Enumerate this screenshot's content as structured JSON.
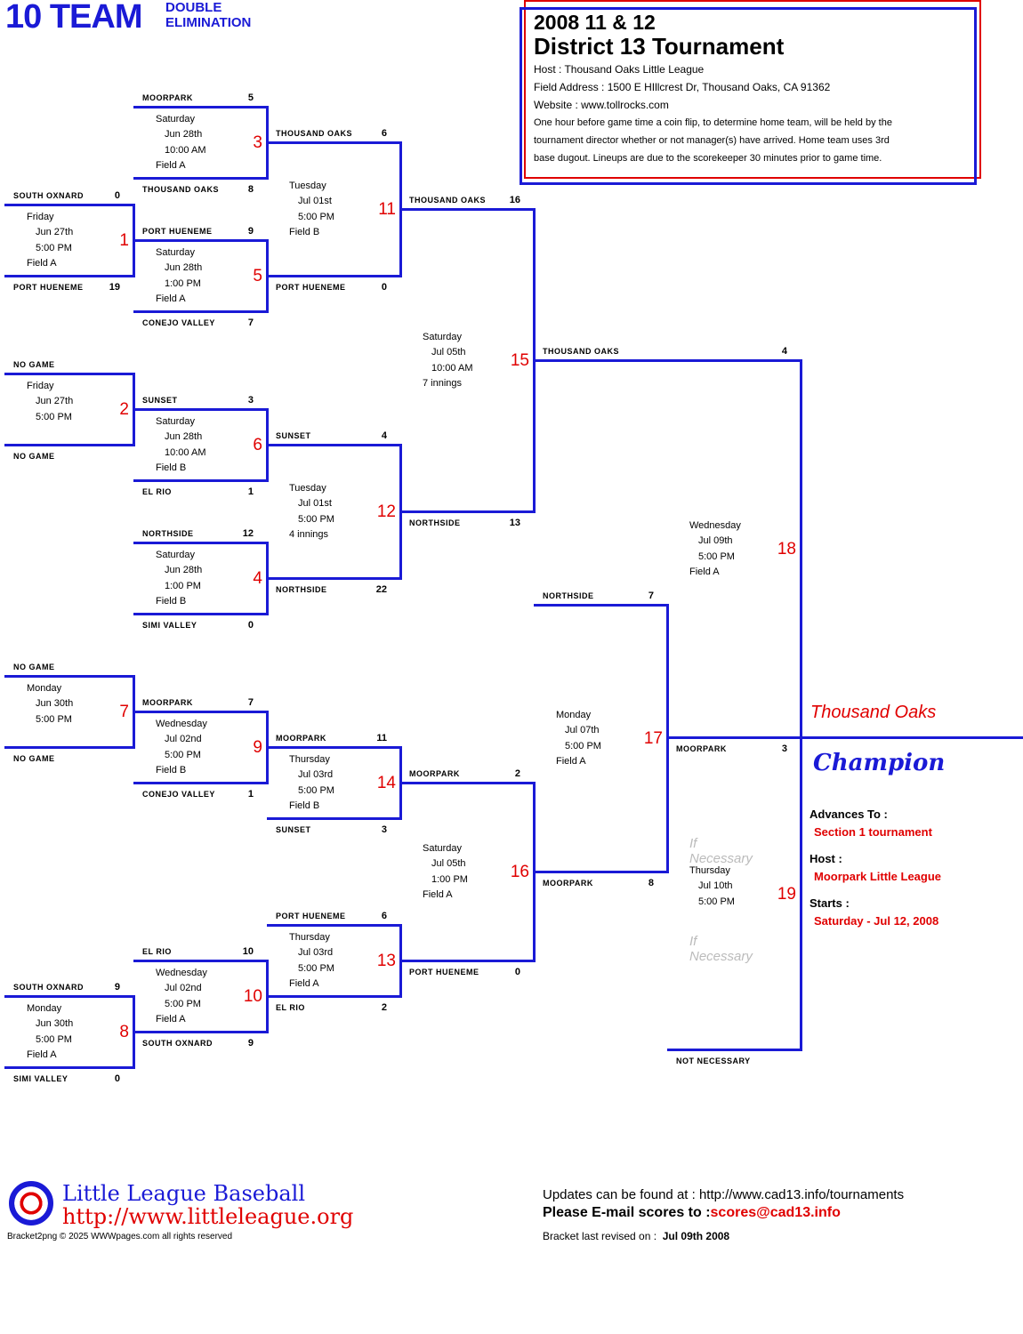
{
  "header": {
    "title": "10 TEAM",
    "subtitle_line1": "DOUBLE",
    "subtitle_line2": "ELIMINATION"
  },
  "info_box": {
    "year_division": "2008 11 & 12",
    "tournament_name": "District 13 Tournament",
    "host": "Host : Thousand Oaks Little League",
    "field_address": "Field Address : 1500 E HIllcrest Dr, Thousand Oaks, CA 91362",
    "website": "Website : www.tollrocks.com",
    "notes_line1": "One hour before game time a coin flip, to determine home team, will be held by the",
    "notes_line2": "tournament director whether or not manager(s) have arrived. Home team uses 3rd",
    "notes_line3": "base dugout. Lineups are due to the scorekeeper 30 minutes prior to game time."
  },
  "games": [
    {
      "id": 1,
      "top": {
        "team": "SOUTH OXNARD",
        "score": "0"
      },
      "bottom": {
        "team": "PORT HUENEME",
        "score": "19"
      },
      "info": [
        "Friday",
        "Jun 27th",
        "5:00 PM",
        "Field A"
      ]
    },
    {
      "id": 2,
      "top": {
        "team": "NO GAME",
        "score": ""
      },
      "bottom": {
        "team": "NO GAME",
        "score": ""
      },
      "info": [
        "Friday",
        "Jun 27th",
        "5:00 PM"
      ]
    },
    {
      "id": 3,
      "top": {
        "team": "MOORPARK",
        "score": "5"
      },
      "bottom": {
        "team": "THOUSAND OAKS",
        "score": "8"
      },
      "info": [
        "Saturday",
        "Jun 28th",
        "10:00 AM",
        "Field A"
      ]
    },
    {
      "id": 5,
      "top": {
        "team": "PORT HUENEME",
        "score": "9"
      },
      "bottom": {
        "team": "CONEJO VALLEY",
        "score": "7"
      },
      "info": [
        "Saturday",
        "Jun 28th",
        "1:00 PM",
        "Field A"
      ]
    },
    {
      "id": 6,
      "top": {
        "team": "SUNSET",
        "score": "3"
      },
      "bottom": {
        "team": "EL RIO",
        "score": "1"
      },
      "info": [
        "Saturday",
        "Jun 28th",
        "10:00 AM",
        "Field B"
      ]
    },
    {
      "id": 4,
      "top": {
        "team": "NORTHSIDE",
        "score": "12"
      },
      "bottom": {
        "team": "SIMI VALLEY",
        "score": "0"
      },
      "info": [
        "Saturday",
        "Jun 28th",
        "1:00 PM",
        "Field B"
      ]
    },
    {
      "id": 11,
      "top": {
        "team": "THOUSAND OAKS",
        "score": "6"
      },
      "bottom": {
        "team": "PORT HUENEME",
        "score": "0"
      },
      "info": [
        "Tuesday",
        "Jul 01st",
        "5:00 PM",
        "Field B"
      ]
    },
    {
      "id": 12,
      "top": {
        "team": "SUNSET",
        "score": "4"
      },
      "bottom": {
        "team": "NORTHSIDE",
        "score": "22"
      },
      "info": [
        "Tuesday",
        "Jul 01st",
        "5:00 PM",
        "4 innings"
      ]
    },
    {
      "id": 15,
      "top": {
        "team": "THOUSAND OAKS",
        "score": "16"
      },
      "bottom": {
        "team": "NORTHSIDE",
        "score": "13"
      },
      "info": [
        "Saturday",
        "Jul 05th",
        "10:00 AM",
        "7 innings"
      ]
    },
    {
      "id": 7,
      "top": {
        "team": "NO GAME",
        "score": ""
      },
      "bottom": {
        "team": "NO GAME",
        "score": ""
      },
      "info": [
        "Monday",
        "Jun 30th",
        "5:00 PM"
      ]
    },
    {
      "id": 9,
      "top": {
        "team": "MOORPARK",
        "score": "7"
      },
      "bottom": {
        "team": "CONEJO VALLEY",
        "score": "1"
      },
      "info": [
        "Wednesday",
        "Jul 02nd",
        "5:00 PM",
        "Field B"
      ]
    },
    {
      "id": 14,
      "top": {
        "team": "MOORPARK",
        "score": "11"
      },
      "bottom": {
        "team": "SUNSET",
        "score": "3"
      },
      "info": [
        "Thursday",
        "Jul 03rd",
        "5:00 PM",
        "Field B"
      ]
    },
    {
      "id": 13,
      "top": {
        "team": "PORT HUENEME",
        "score": "6"
      },
      "bottom": {
        "team": "EL RIO",
        "score": "2"
      },
      "info": [
        "Thursday",
        "Jul 03rd",
        "5:00 PM",
        "Field A"
      ]
    },
    {
      "id": 10,
      "top": {
        "team": "EL RIO",
        "score": "10"
      },
      "bottom": {
        "team": "SOUTH OXNARD",
        "score": "9"
      },
      "info": [
        "Wednesday",
        "Jul 02nd",
        "5:00 PM",
        "Field A"
      ]
    },
    {
      "id": 8,
      "top": {
        "team": "SOUTH OXNARD",
        "score": "9"
      },
      "bottom": {
        "team": "SIMI VALLEY",
        "score": "0"
      },
      "info": [
        "Monday",
        "Jun 30th",
        "5:00 PM",
        "Field A"
      ]
    },
    {
      "id": 16,
      "top": {
        "team": "MOORPARK",
        "score": "2"
      },
      "bottom": {
        "team": "PORT HUENEME",
        "score": "0"
      },
      "info": [
        "Saturday",
        "Jul 05th",
        "1:00 PM",
        "Field A"
      ]
    },
    {
      "id": 17,
      "top": {
        "team": "NORTHSIDE",
        "score": "7"
      },
      "bottom": {
        "team": "MOORPARK",
        "score": "8"
      },
      "info": [
        "Monday",
        "Jul 07th",
        "5:00 PM",
        "Field A"
      ]
    },
    {
      "id": 18,
      "top": {
        "team": "THOUSAND OAKS",
        "score": "4"
      },
      "bottom": {
        "team": "MOORPARK",
        "score": "3"
      },
      "info": [
        "Wednesday",
        "Jul 09th",
        "5:00 PM",
        "Field A"
      ]
    },
    {
      "id": 19,
      "top": {
        "team": "",
        "score": ""
      },
      "bottom": {
        "team": "NOT NECESSARY",
        "score": ""
      },
      "info": [
        "Thursday",
        "Jul 10th",
        "5:00 PM"
      ],
      "if_necessary": "If Necessary"
    }
  ],
  "champion": {
    "team": "Thousand Oaks",
    "label": "Champion",
    "advances_label": "Advances To :",
    "advances_value": "Section 1 tournament",
    "host_label": "Host :",
    "host_value": "Moorpark Little League",
    "starts_label": "Starts :",
    "starts_value": "Saturday - Jul 12, 2008"
  },
  "footer": {
    "org_name": "Little League Baseball",
    "org_url": "http://www.littleleague.org",
    "copyright": "Bracket2png © 2025 WWWpages.com all rights reserved",
    "updates": "Updates can be found at : http://www.cad13.info/tournaments",
    "email_prefix": "Please E-mail scores to :",
    "email": "scores@cad13.info",
    "revised_label": "Bracket last revised on :",
    "revised_date": "Jul 09th 2008"
  },
  "colors": {
    "line": "#1a1ad6",
    "accent": "#e00000"
  }
}
